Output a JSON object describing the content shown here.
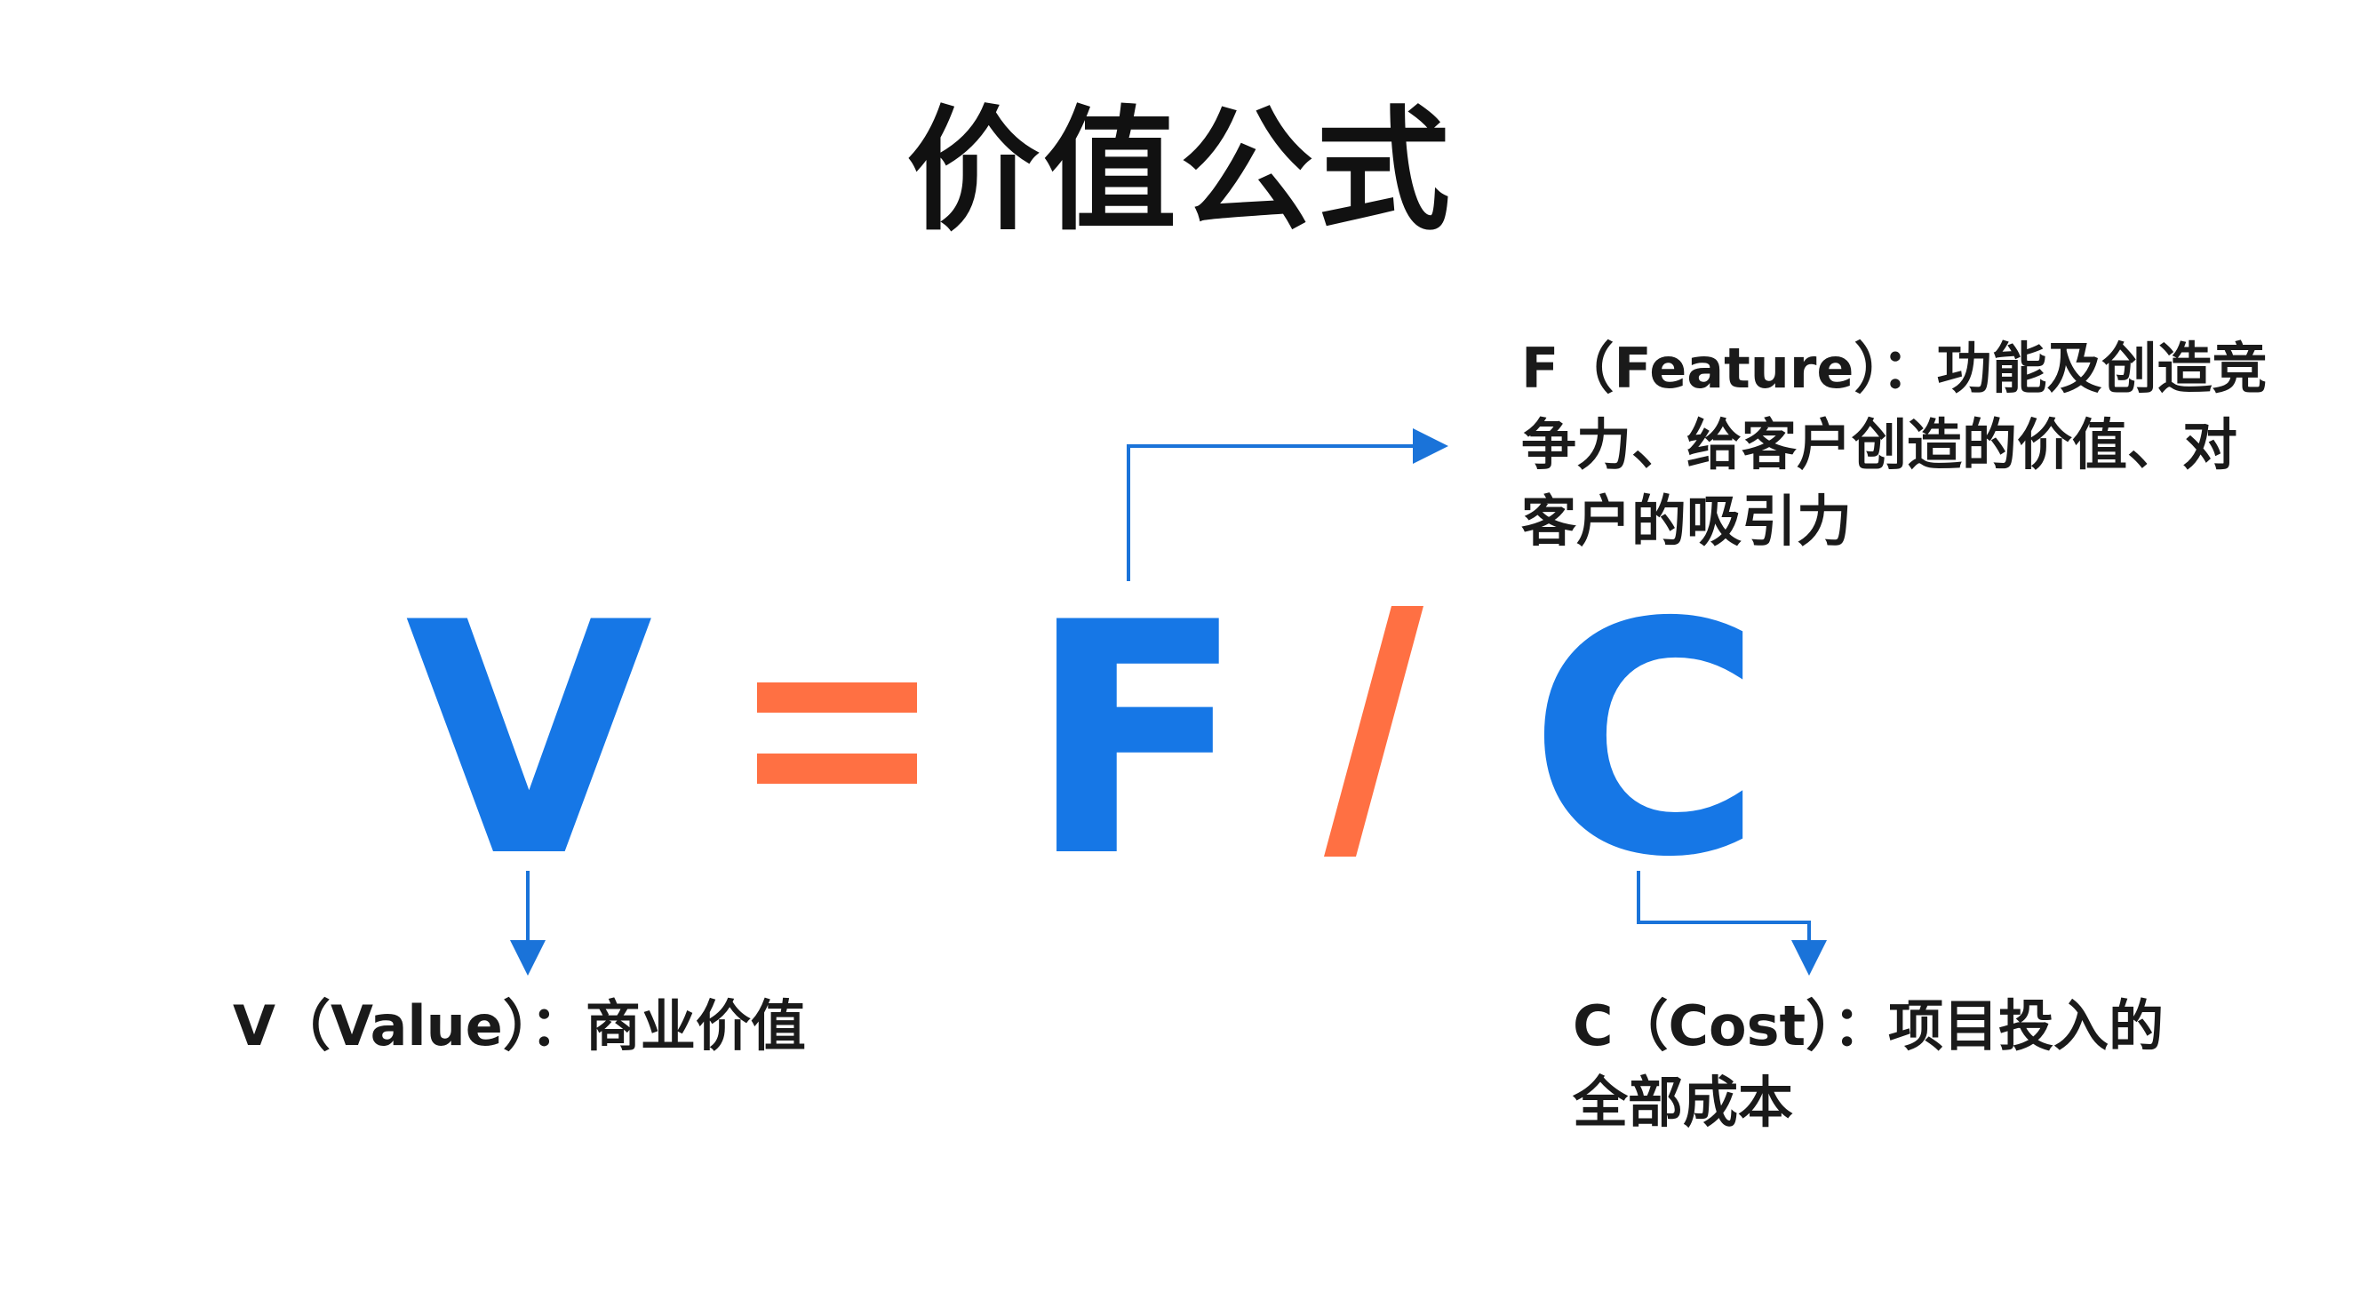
{
  "title": "价值公式",
  "formula": {
    "v": "V",
    "f": "F",
    "c": "C"
  },
  "labels": {
    "f": "F（Feature）：功能及创造竞争力、给客户创造的价值、对客户的吸引力",
    "v": "V（Value）：商业价值",
    "c": "C（Cost）：项目投入的全部成本"
  },
  "colors": {
    "letters": "#1677e6",
    "operators": "#ff7043",
    "arrows": "#1a73d9",
    "text": "#1a1a1a"
  }
}
